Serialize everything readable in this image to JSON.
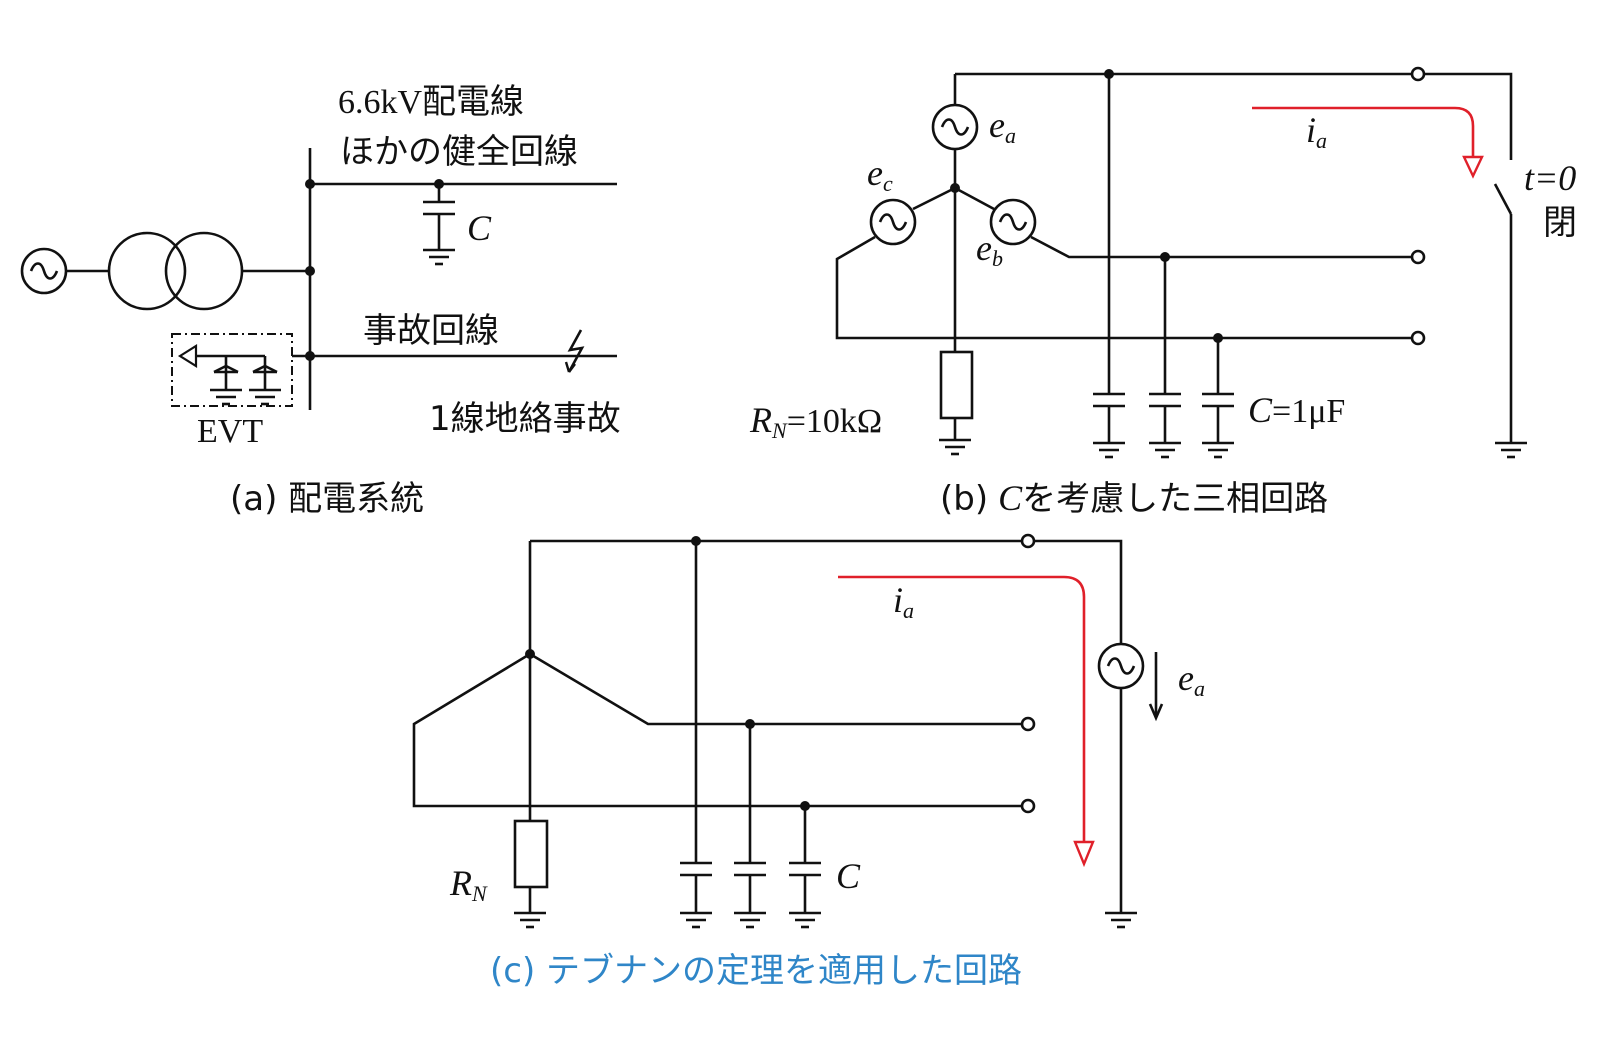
{
  "diagram_a": {
    "line_label_1": "6.6kV配電線",
    "line_label_2": "ほかの健全回線",
    "cap_label": "C",
    "fault_line_label": "事故回線",
    "fault_label": "1線地絡事故",
    "evt_label": "EVT",
    "caption": "(a) 配電系統"
  },
  "diagram_b": {
    "ea": "e",
    "ea_sub": "a",
    "eb": "e",
    "eb_sub": "b",
    "ec": "e",
    "ec_sub": "c",
    "ia": "i",
    "ia_sub": "a",
    "switch_label": "t=0",
    "switch_state": "閉",
    "rn": "R",
    "rn_sub": "N",
    "rn_value": "=10kΩ",
    "c_label": "C",
    "c_value": "=1μF",
    "caption_prefix": "(b)",
    "caption_c": "C",
    "caption_rest": "を考慮した三相回路"
  },
  "diagram_c": {
    "ia": "i",
    "ia_sub": "a",
    "ea": "e",
    "ea_sub": "a",
    "rn": "R",
    "rn_sub": "N",
    "c_label": "C",
    "caption": "(c) テブナンの定理を適用した回路",
    "caption_color": "#2f86c8"
  },
  "colors": {
    "current_arrow": "#e0202a",
    "wire": "#111111"
  }
}
